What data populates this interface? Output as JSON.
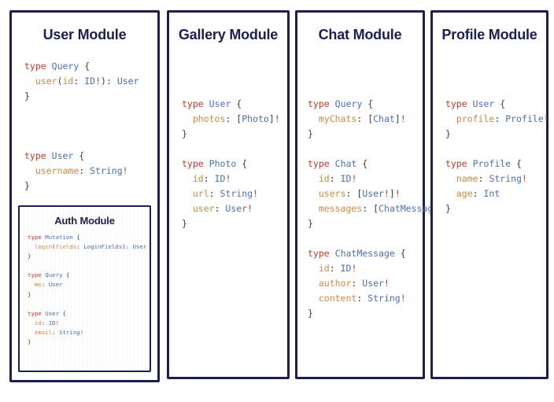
{
  "page": {
    "background_color": "#ffffff",
    "border_color": "#1c1f4f",
    "title_color": "#1c1f4f"
  },
  "syntax_colors": {
    "keyword": "#c0392b",
    "type_name": "#4a6fb5",
    "field_name": "#d2883f",
    "punctuation": "#3d3d3d",
    "non_null": "#c0392b"
  },
  "modules": {
    "user": {
      "title": "User Module",
      "code": [
        {
          "tokens": [
            {
              "t": "type",
              "c": "kw"
            },
            {
              "t": " ",
              "c": "pun"
            },
            {
              "t": "Query",
              "c": "tn"
            },
            {
              "t": " {",
              "c": "pun"
            }
          ]
        },
        {
          "tokens": [
            {
              "t": "  ",
              "c": "pun"
            },
            {
              "t": "user",
              "c": "fld"
            },
            {
              "t": "(",
              "c": "pun"
            },
            {
              "t": "id",
              "c": "fld"
            },
            {
              "t": ": ",
              "c": "pun"
            },
            {
              "t": "ID",
              "c": "tn"
            },
            {
              "t": "!",
              "c": "bang"
            },
            {
              "t": ")",
              "c": "pun"
            },
            {
              "t": ": ",
              "c": "pun"
            },
            {
              "t": "User",
              "c": "tn"
            }
          ]
        },
        {
          "tokens": [
            {
              "t": "}",
              "c": "pun"
            }
          ]
        },
        {
          "tokens": [
            {
              "t": " ",
              "c": "pun"
            }
          ]
        },
        {
          "tokens": [
            {
              "t": " ",
              "c": "pun"
            }
          ]
        },
        {
          "tokens": [
            {
              "t": " ",
              "c": "pun"
            }
          ]
        },
        {
          "tokens": [
            {
              "t": "type",
              "c": "kw"
            },
            {
              "t": " ",
              "c": "pun"
            },
            {
              "t": "User",
              "c": "tn"
            },
            {
              "t": " {",
              "c": "pun"
            }
          ]
        },
        {
          "tokens": [
            {
              "t": "  ",
              "c": "pun"
            },
            {
              "t": "username",
              "c": "fld"
            },
            {
              "t": ": ",
              "c": "pun"
            },
            {
              "t": "String",
              "c": "tn"
            },
            {
              "t": "!",
              "c": "bang"
            }
          ]
        },
        {
          "tokens": [
            {
              "t": "}",
              "c": "pun"
            }
          ]
        }
      ]
    },
    "auth": {
      "title": "Auth Module",
      "code": [
        {
          "tokens": [
            {
              "t": "type",
              "c": "kw"
            },
            {
              "t": " ",
              "c": "pun"
            },
            {
              "t": "Mutation",
              "c": "tn"
            },
            {
              "t": " {",
              "c": "pun"
            }
          ]
        },
        {
          "tokens": [
            {
              "t": "  ",
              "c": "pun"
            },
            {
              "t": "login",
              "c": "fld"
            },
            {
              "t": "(",
              "c": "pun"
            },
            {
              "t": "fields",
              "c": "fld"
            },
            {
              "t": ": ",
              "c": "pun"
            },
            {
              "t": "LoginFields",
              "c": "tn"
            },
            {
              "t": ")",
              "c": "pun"
            },
            {
              "t": ": ",
              "c": "pun"
            },
            {
              "t": "User",
              "c": "tn"
            }
          ]
        },
        {
          "tokens": [
            {
              "t": "}",
              "c": "pun"
            }
          ]
        },
        {
          "tokens": [
            {
              "t": " ",
              "c": "pun"
            }
          ]
        },
        {
          "tokens": [
            {
              "t": "type",
              "c": "kw"
            },
            {
              "t": " ",
              "c": "pun"
            },
            {
              "t": "Query",
              "c": "tn"
            },
            {
              "t": " {",
              "c": "pun"
            }
          ]
        },
        {
          "tokens": [
            {
              "t": "  ",
              "c": "pun"
            },
            {
              "t": "me",
              "c": "fld"
            },
            {
              "t": ": ",
              "c": "pun"
            },
            {
              "t": "User",
              "c": "tn"
            }
          ]
        },
        {
          "tokens": [
            {
              "t": "}",
              "c": "pun"
            }
          ]
        },
        {
          "tokens": [
            {
              "t": " ",
              "c": "pun"
            }
          ]
        },
        {
          "tokens": [
            {
              "t": "type",
              "c": "kw"
            },
            {
              "t": " ",
              "c": "pun"
            },
            {
              "t": "User",
              "c": "tn"
            },
            {
              "t": " {",
              "c": "pun"
            }
          ]
        },
        {
          "tokens": [
            {
              "t": "  ",
              "c": "pun"
            },
            {
              "t": "id",
              "c": "fld"
            },
            {
              "t": ": ",
              "c": "pun"
            },
            {
              "t": "ID",
              "c": "tn"
            },
            {
              "t": "!",
              "c": "bang"
            }
          ]
        },
        {
          "tokens": [
            {
              "t": "  ",
              "c": "pun"
            },
            {
              "t": "email",
              "c": "fld"
            },
            {
              "t": ": ",
              "c": "pun"
            },
            {
              "t": "String",
              "c": "tn"
            },
            {
              "t": "!",
              "c": "bang"
            }
          ]
        },
        {
          "tokens": [
            {
              "t": "}",
              "c": "pun"
            }
          ]
        }
      ]
    },
    "gallery": {
      "title": "Gallery Module",
      "code": [
        {
          "tokens": [
            {
              "t": "type",
              "c": "kw"
            },
            {
              "t": " ",
              "c": "pun"
            },
            {
              "t": "User",
              "c": "tn"
            },
            {
              "t": " {",
              "c": "pun"
            }
          ]
        },
        {
          "tokens": [
            {
              "t": "  ",
              "c": "pun"
            },
            {
              "t": "photos",
              "c": "fld"
            },
            {
              "t": ": ",
              "c": "pun"
            },
            {
              "t": "[",
              "c": "pun"
            },
            {
              "t": "Photo",
              "c": "tn"
            },
            {
              "t": "]",
              "c": "pun"
            },
            {
              "t": "!",
              "c": "bang"
            }
          ]
        },
        {
          "tokens": [
            {
              "t": "}",
              "c": "pun"
            }
          ]
        },
        {
          "tokens": [
            {
              "t": " ",
              "c": "pun"
            }
          ]
        },
        {
          "tokens": [
            {
              "t": "type",
              "c": "kw"
            },
            {
              "t": " ",
              "c": "pun"
            },
            {
              "t": "Photo",
              "c": "tn"
            },
            {
              "t": " {",
              "c": "pun"
            }
          ]
        },
        {
          "tokens": [
            {
              "t": "  ",
              "c": "pun"
            },
            {
              "t": "id",
              "c": "fld"
            },
            {
              "t": ": ",
              "c": "pun"
            },
            {
              "t": "ID",
              "c": "tn"
            },
            {
              "t": "!",
              "c": "bang"
            }
          ]
        },
        {
          "tokens": [
            {
              "t": "  ",
              "c": "pun"
            },
            {
              "t": "url",
              "c": "fld"
            },
            {
              "t": ": ",
              "c": "pun"
            },
            {
              "t": "String",
              "c": "tn"
            },
            {
              "t": "!",
              "c": "bang"
            }
          ]
        },
        {
          "tokens": [
            {
              "t": "  ",
              "c": "pun"
            },
            {
              "t": "user",
              "c": "fld"
            },
            {
              "t": ": ",
              "c": "pun"
            },
            {
              "t": "User",
              "c": "tn"
            },
            {
              "t": "!",
              "c": "bang"
            }
          ]
        },
        {
          "tokens": [
            {
              "t": "}",
              "c": "pun"
            }
          ]
        }
      ]
    },
    "chat": {
      "title": "Chat Module",
      "code": [
        {
          "tokens": [
            {
              "t": "type",
              "c": "kw"
            },
            {
              "t": " ",
              "c": "pun"
            },
            {
              "t": "Query",
              "c": "tn"
            },
            {
              "t": " {",
              "c": "pun"
            }
          ]
        },
        {
          "tokens": [
            {
              "t": "  ",
              "c": "pun"
            },
            {
              "t": "myChats",
              "c": "fld"
            },
            {
              "t": ": ",
              "c": "pun"
            },
            {
              "t": "[",
              "c": "pun"
            },
            {
              "t": "Chat",
              "c": "tn"
            },
            {
              "t": "]",
              "c": "pun"
            },
            {
              "t": "!",
              "c": "bang"
            }
          ]
        },
        {
          "tokens": [
            {
              "t": "}",
              "c": "pun"
            }
          ]
        },
        {
          "tokens": [
            {
              "t": " ",
              "c": "pun"
            }
          ]
        },
        {
          "tokens": [
            {
              "t": "type",
              "c": "kw"
            },
            {
              "t": " ",
              "c": "pun"
            },
            {
              "t": "Chat",
              "c": "tn"
            },
            {
              "t": " {",
              "c": "pun"
            }
          ]
        },
        {
          "tokens": [
            {
              "t": "  ",
              "c": "pun"
            },
            {
              "t": "id",
              "c": "fld"
            },
            {
              "t": ": ",
              "c": "pun"
            },
            {
              "t": "ID",
              "c": "tn"
            },
            {
              "t": "!",
              "c": "bang"
            }
          ]
        },
        {
          "tokens": [
            {
              "t": "  ",
              "c": "pun"
            },
            {
              "t": "users",
              "c": "fld"
            },
            {
              "t": ": ",
              "c": "pun"
            },
            {
              "t": "[",
              "c": "pun"
            },
            {
              "t": "User",
              "c": "tn"
            },
            {
              "t": "!",
              "c": "bang"
            },
            {
              "t": "]",
              "c": "pun"
            },
            {
              "t": "!",
              "c": "bang"
            }
          ]
        },
        {
          "tokens": [
            {
              "t": "  ",
              "c": "pun"
            },
            {
              "t": "messages",
              "c": "fld"
            },
            {
              "t": ": ",
              "c": "pun"
            },
            {
              "t": "[",
              "c": "pun"
            },
            {
              "t": "ChatMessage",
              "c": "tn"
            },
            {
              "t": "]",
              "c": "pun"
            },
            {
              "t": "!",
              "c": "bang"
            }
          ]
        },
        {
          "tokens": [
            {
              "t": "}",
              "c": "pun"
            }
          ]
        },
        {
          "tokens": [
            {
              "t": " ",
              "c": "pun"
            }
          ]
        },
        {
          "tokens": [
            {
              "t": "type",
              "c": "kw"
            },
            {
              "t": " ",
              "c": "pun"
            },
            {
              "t": "ChatMessage",
              "c": "tn"
            },
            {
              "t": " {",
              "c": "pun"
            }
          ]
        },
        {
          "tokens": [
            {
              "t": "  ",
              "c": "pun"
            },
            {
              "t": "id",
              "c": "fld"
            },
            {
              "t": ": ",
              "c": "pun"
            },
            {
              "t": "ID",
              "c": "tn"
            },
            {
              "t": "!",
              "c": "bang"
            }
          ]
        },
        {
          "tokens": [
            {
              "t": "  ",
              "c": "pun"
            },
            {
              "t": "author",
              "c": "fld"
            },
            {
              "t": ": ",
              "c": "pun"
            },
            {
              "t": "User",
              "c": "tn"
            },
            {
              "t": "!",
              "c": "bang"
            }
          ]
        },
        {
          "tokens": [
            {
              "t": "  ",
              "c": "pun"
            },
            {
              "t": "content",
              "c": "fld"
            },
            {
              "t": ": ",
              "c": "pun"
            },
            {
              "t": "String",
              "c": "tn"
            },
            {
              "t": "!",
              "c": "bang"
            }
          ]
        },
        {
          "tokens": [
            {
              "t": "}",
              "c": "pun"
            }
          ]
        }
      ]
    },
    "profile": {
      "title": "Profile Module",
      "code": [
        {
          "tokens": [
            {
              "t": "type",
              "c": "kw"
            },
            {
              "t": " ",
              "c": "pun"
            },
            {
              "t": "User",
              "c": "tn"
            },
            {
              "t": " {",
              "c": "pun"
            }
          ]
        },
        {
          "tokens": [
            {
              "t": "  ",
              "c": "pun"
            },
            {
              "t": "profile",
              "c": "fld"
            },
            {
              "t": ": ",
              "c": "pun"
            },
            {
              "t": "Profile",
              "c": "tn"
            },
            {
              "t": "!",
              "c": "bang"
            }
          ]
        },
        {
          "tokens": [
            {
              "t": "}",
              "c": "pun"
            }
          ]
        },
        {
          "tokens": [
            {
              "t": " ",
              "c": "pun"
            }
          ]
        },
        {
          "tokens": [
            {
              "t": "type",
              "c": "kw"
            },
            {
              "t": " ",
              "c": "pun"
            },
            {
              "t": "Profile",
              "c": "tn"
            },
            {
              "t": " {",
              "c": "pun"
            }
          ]
        },
        {
          "tokens": [
            {
              "t": "  ",
              "c": "pun"
            },
            {
              "t": "name",
              "c": "fld"
            },
            {
              "t": ": ",
              "c": "pun"
            },
            {
              "t": "String",
              "c": "tn"
            },
            {
              "t": "!",
              "c": "bang"
            }
          ]
        },
        {
          "tokens": [
            {
              "t": "  ",
              "c": "pun"
            },
            {
              "t": "age",
              "c": "fld"
            },
            {
              "t": ": ",
              "c": "pun"
            },
            {
              "t": "Int",
              "c": "tn"
            }
          ]
        },
        {
          "tokens": [
            {
              "t": "}",
              "c": "pun"
            }
          ]
        }
      ]
    }
  }
}
